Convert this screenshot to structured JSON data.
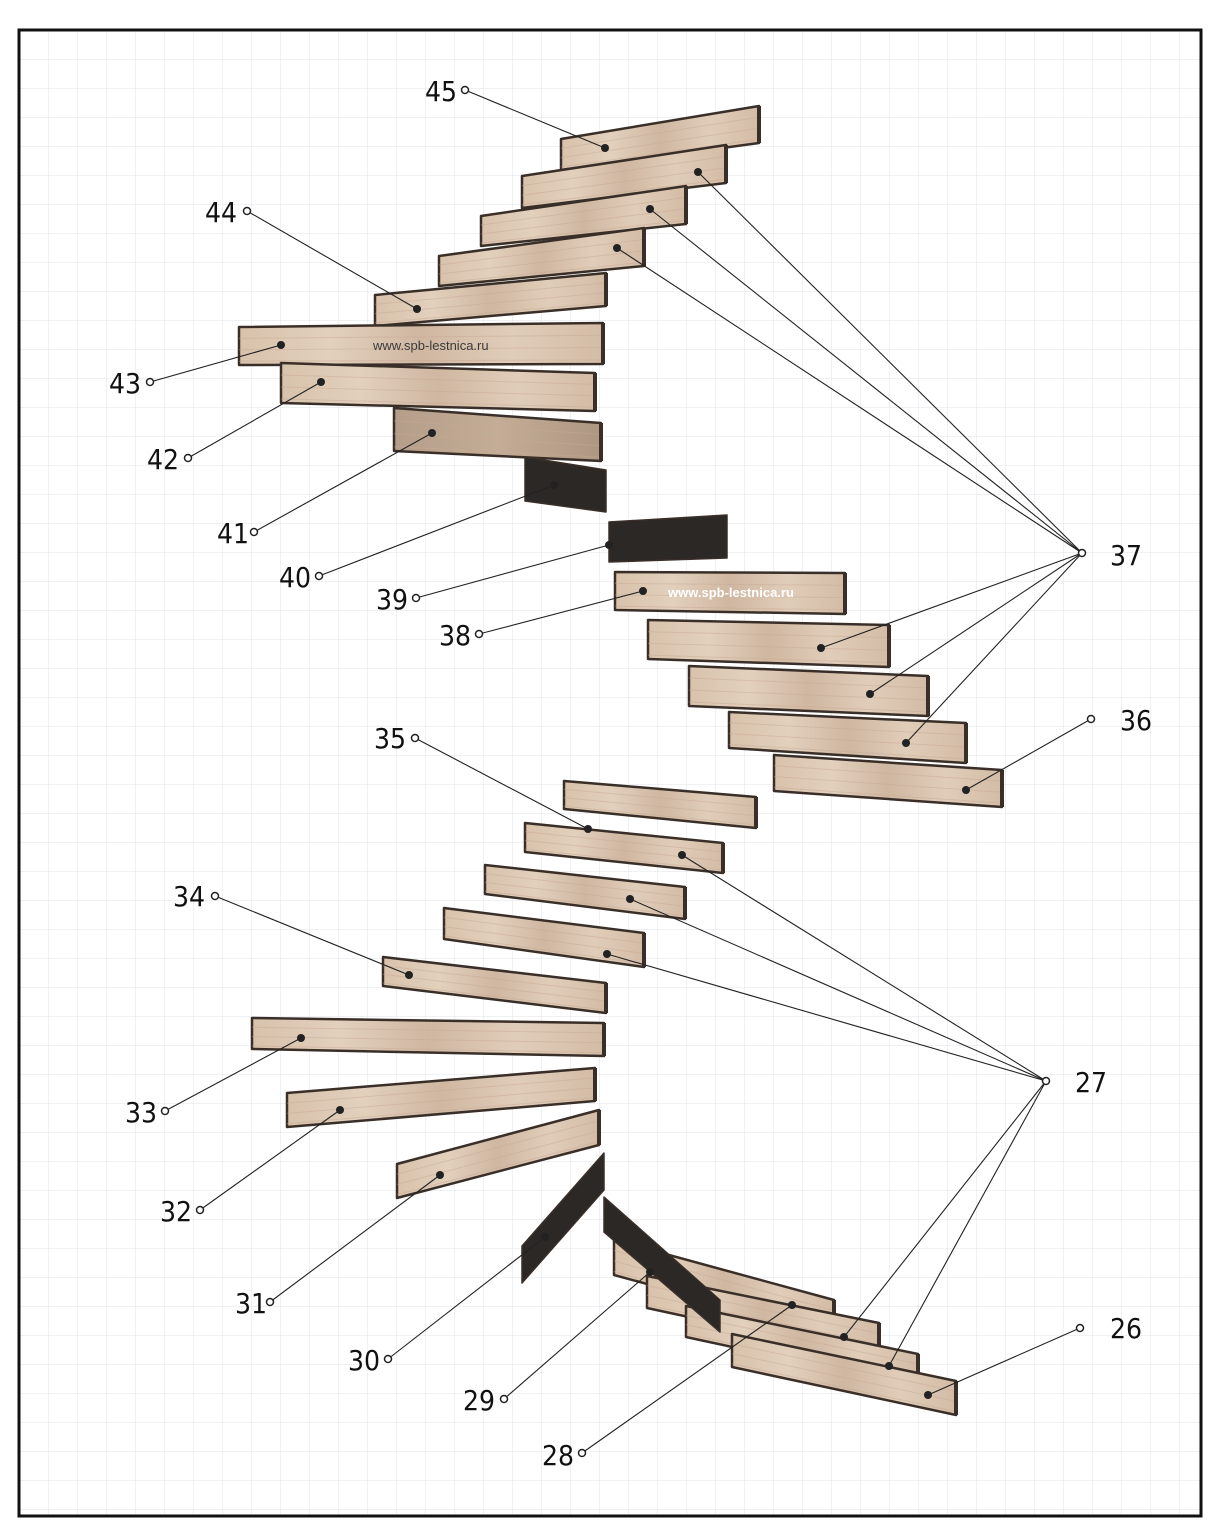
{
  "watermark_text": "www.spb-lestnica.ru",
  "colors": {
    "grid": "#dfe3e8",
    "frame": "#111111",
    "wood_light": "#dcc9b4",
    "wood_mid": "#cdb6a0",
    "wood_edge": "#3a2f28",
    "wood_dark": "#2c2825",
    "leader": "#222222"
  },
  "callouts": [
    "26",
    "27",
    "28",
    "29",
    "30",
    "31",
    "32",
    "33",
    "34",
    "35",
    "36",
    "37",
    "38",
    "39",
    "40",
    "41",
    "42",
    "43",
    "44",
    "45"
  ]
}
